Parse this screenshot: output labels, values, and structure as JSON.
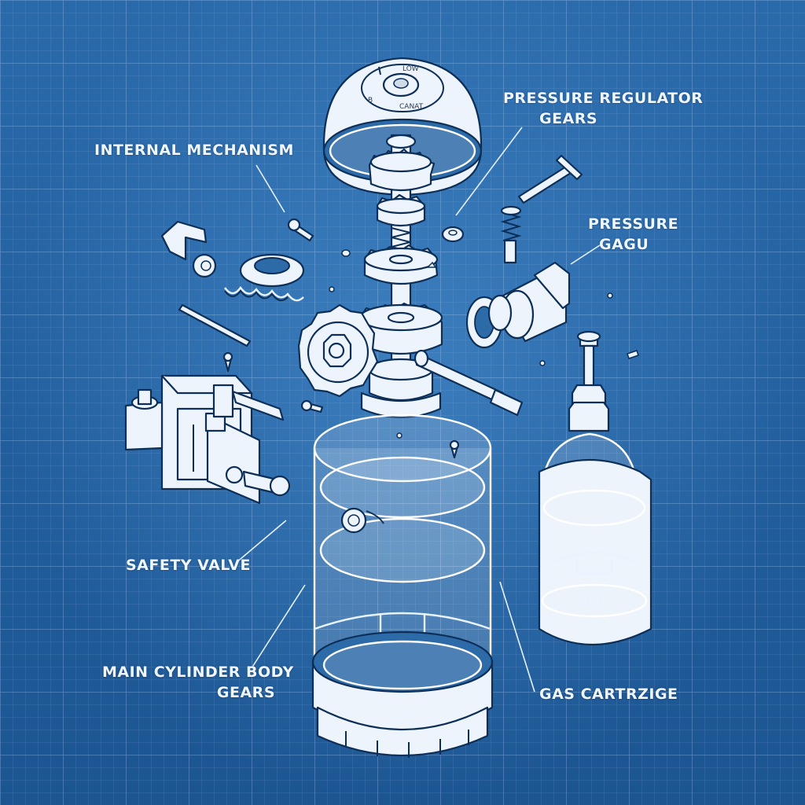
{
  "background_color": "#1f5e9c",
  "labels": {
    "pressure_regulator": [
      "PRESSURE REGULATOR",
      "GEARS"
    ],
    "internal_mechanism": "INTERNAL MECHANISM",
    "pressure_gauge": [
      "PRESSURE",
      "GAGU"
    ],
    "safety_valve": "SAFETY VALVE",
    "main_cylinder": [
      "MAIN CYLINDER BODY",
      "GEARS"
    ],
    "gas_cartridge": "GAS CARTRZIGE"
  },
  "dial_marks": {
    "low": "LOW",
    "b": "B",
    "scale": "CANAT"
  }
}
